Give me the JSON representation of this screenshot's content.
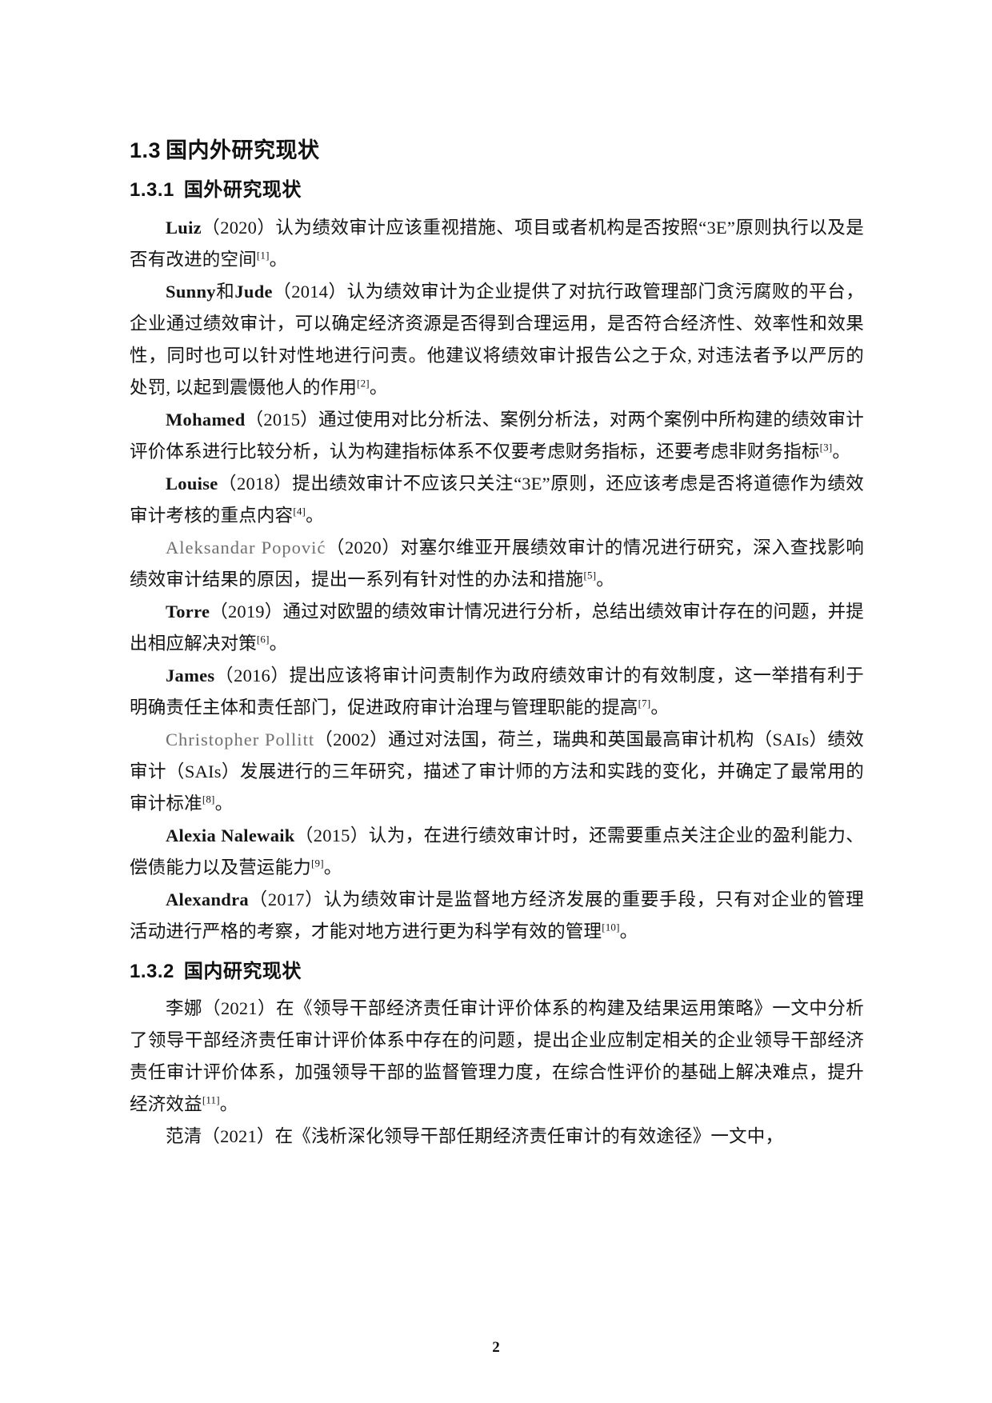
{
  "document": {
    "page_number": "2",
    "section": {
      "number": "1.3",
      "title": "国内外研究现状"
    },
    "subsections": [
      {
        "number": "1.3.1",
        "title": "国外研究现状"
      },
      {
        "number": "1.3.2",
        "title": "国内研究现状"
      }
    ]
  },
  "paragraphs": {
    "luiz": {
      "author": "Luiz",
      "body_before": "（2020）认为绩效审计应该重视措施、项目或者机构是否按照“3E”原则执行以及是否有改进的空间",
      "ref": "[1]",
      "body_after": "。"
    },
    "sunny_jude": {
      "author": "Sunny",
      "conj": "和",
      "author2": "Jude",
      "body_before": "（2014）认为绩效审计为企业提供了对抗行政管理部门贪污腐败的平台，企业通过绩效审计，可以确定经济资源是否得到合理运用，是否符合经济性、效率性和效果性，同时也可以针对性地进行问责。他建议将绩效审计报告公之于众, 对违法者予以严厉的处罚, 以起到震慑他人的作用",
      "ref": "[2]",
      "body_after": "。"
    },
    "mohamed": {
      "author": "Mohamed",
      "body_before": "（2015）通过使用对比分析法、案例分析法，对两个案例中所构建的绩效审计评价体系进行比较分析，认为构建指标体系不仅要考虑财务指标，还要考虑非财务指标",
      "ref": "[3]",
      "body_after": "。"
    },
    "louise": {
      "author": "Louise",
      "body_before": "（2018）提出绩效审计不应该只关注“3E”原则，还应该考虑是否将道德作为绩效审计考核的重点内容",
      "ref": "[4]",
      "body_after": "。"
    },
    "aleksandar": {
      "author": "Aleksandar Popović",
      "body_before": "（2020）对塞尔维亚开展绩效审计的情况进行研究，深入查找影响绩效审计结果的原因，提出一系列有针对性的办法和措施",
      "ref": "[5]",
      "body_after": "。"
    },
    "torre": {
      "author": "Torre",
      "body_before": "（2019）通过对欧盟的绩效审计情况进行分析，总结出绩效审计存在的问题，并提出相应解决对策",
      "ref": "[6]",
      "body_after": "。"
    },
    "james": {
      "author": "James",
      "body_before": "（2016）提出应该将审计问责制作为政府绩效审计的有效制度，这一举措有利于明确责任主体和责任部门，促进政府审计治理与管理职能的提高",
      "ref": "[7]",
      "body_after": "。"
    },
    "pollitt": {
      "author": "Christopher Pollitt",
      "body_before": "（2002）通过对法国，荷兰，瑞典和英国最高审计机构（SAIs）绩效审计（SAIs）发展进行的三年研究，描述了审计师的方法和实践的变化，并确定了最常用的审计标准",
      "ref": "[8]",
      "body_after": "。"
    },
    "alexia": {
      "author": "Alexia Nalewaik",
      "body_before": "（2015）认为，在进行绩效审计时，还需要重点关注企业的盈利能力、偿债能力以及营运能力",
      "ref": "[9]",
      "body_after": "。"
    },
    "alexandra": {
      "author": "Alexandra",
      "body_before": "（2017）认为绩效审计是监督地方经济发展的重要手段，只有对企业的管理活动进行严格的考察，才能对地方进行更为科学有效的管理",
      "ref": "[10]",
      "body_after": "。"
    },
    "lina": {
      "author": "李娜",
      "body_before": "（2021）在《领导干部经济责任审计评价体系的构建及结果运用策略》一文中分析了领导干部经济责任审计评价体系中存在的问题，提出企业应制定相关的企业领导干部经济责任审计评价体系，加强领导干部的监督管理力度，在综合性评价的基础上解决难点，提升经济效益",
      "ref": "[11]",
      "body_after": "。"
    },
    "fanqing": {
      "author": "范清",
      "body_before": "（2021）在《浅析深化领导干部任期经济责任审计的有效途径》一文中，",
      "ref": "",
      "body_after": ""
    }
  }
}
